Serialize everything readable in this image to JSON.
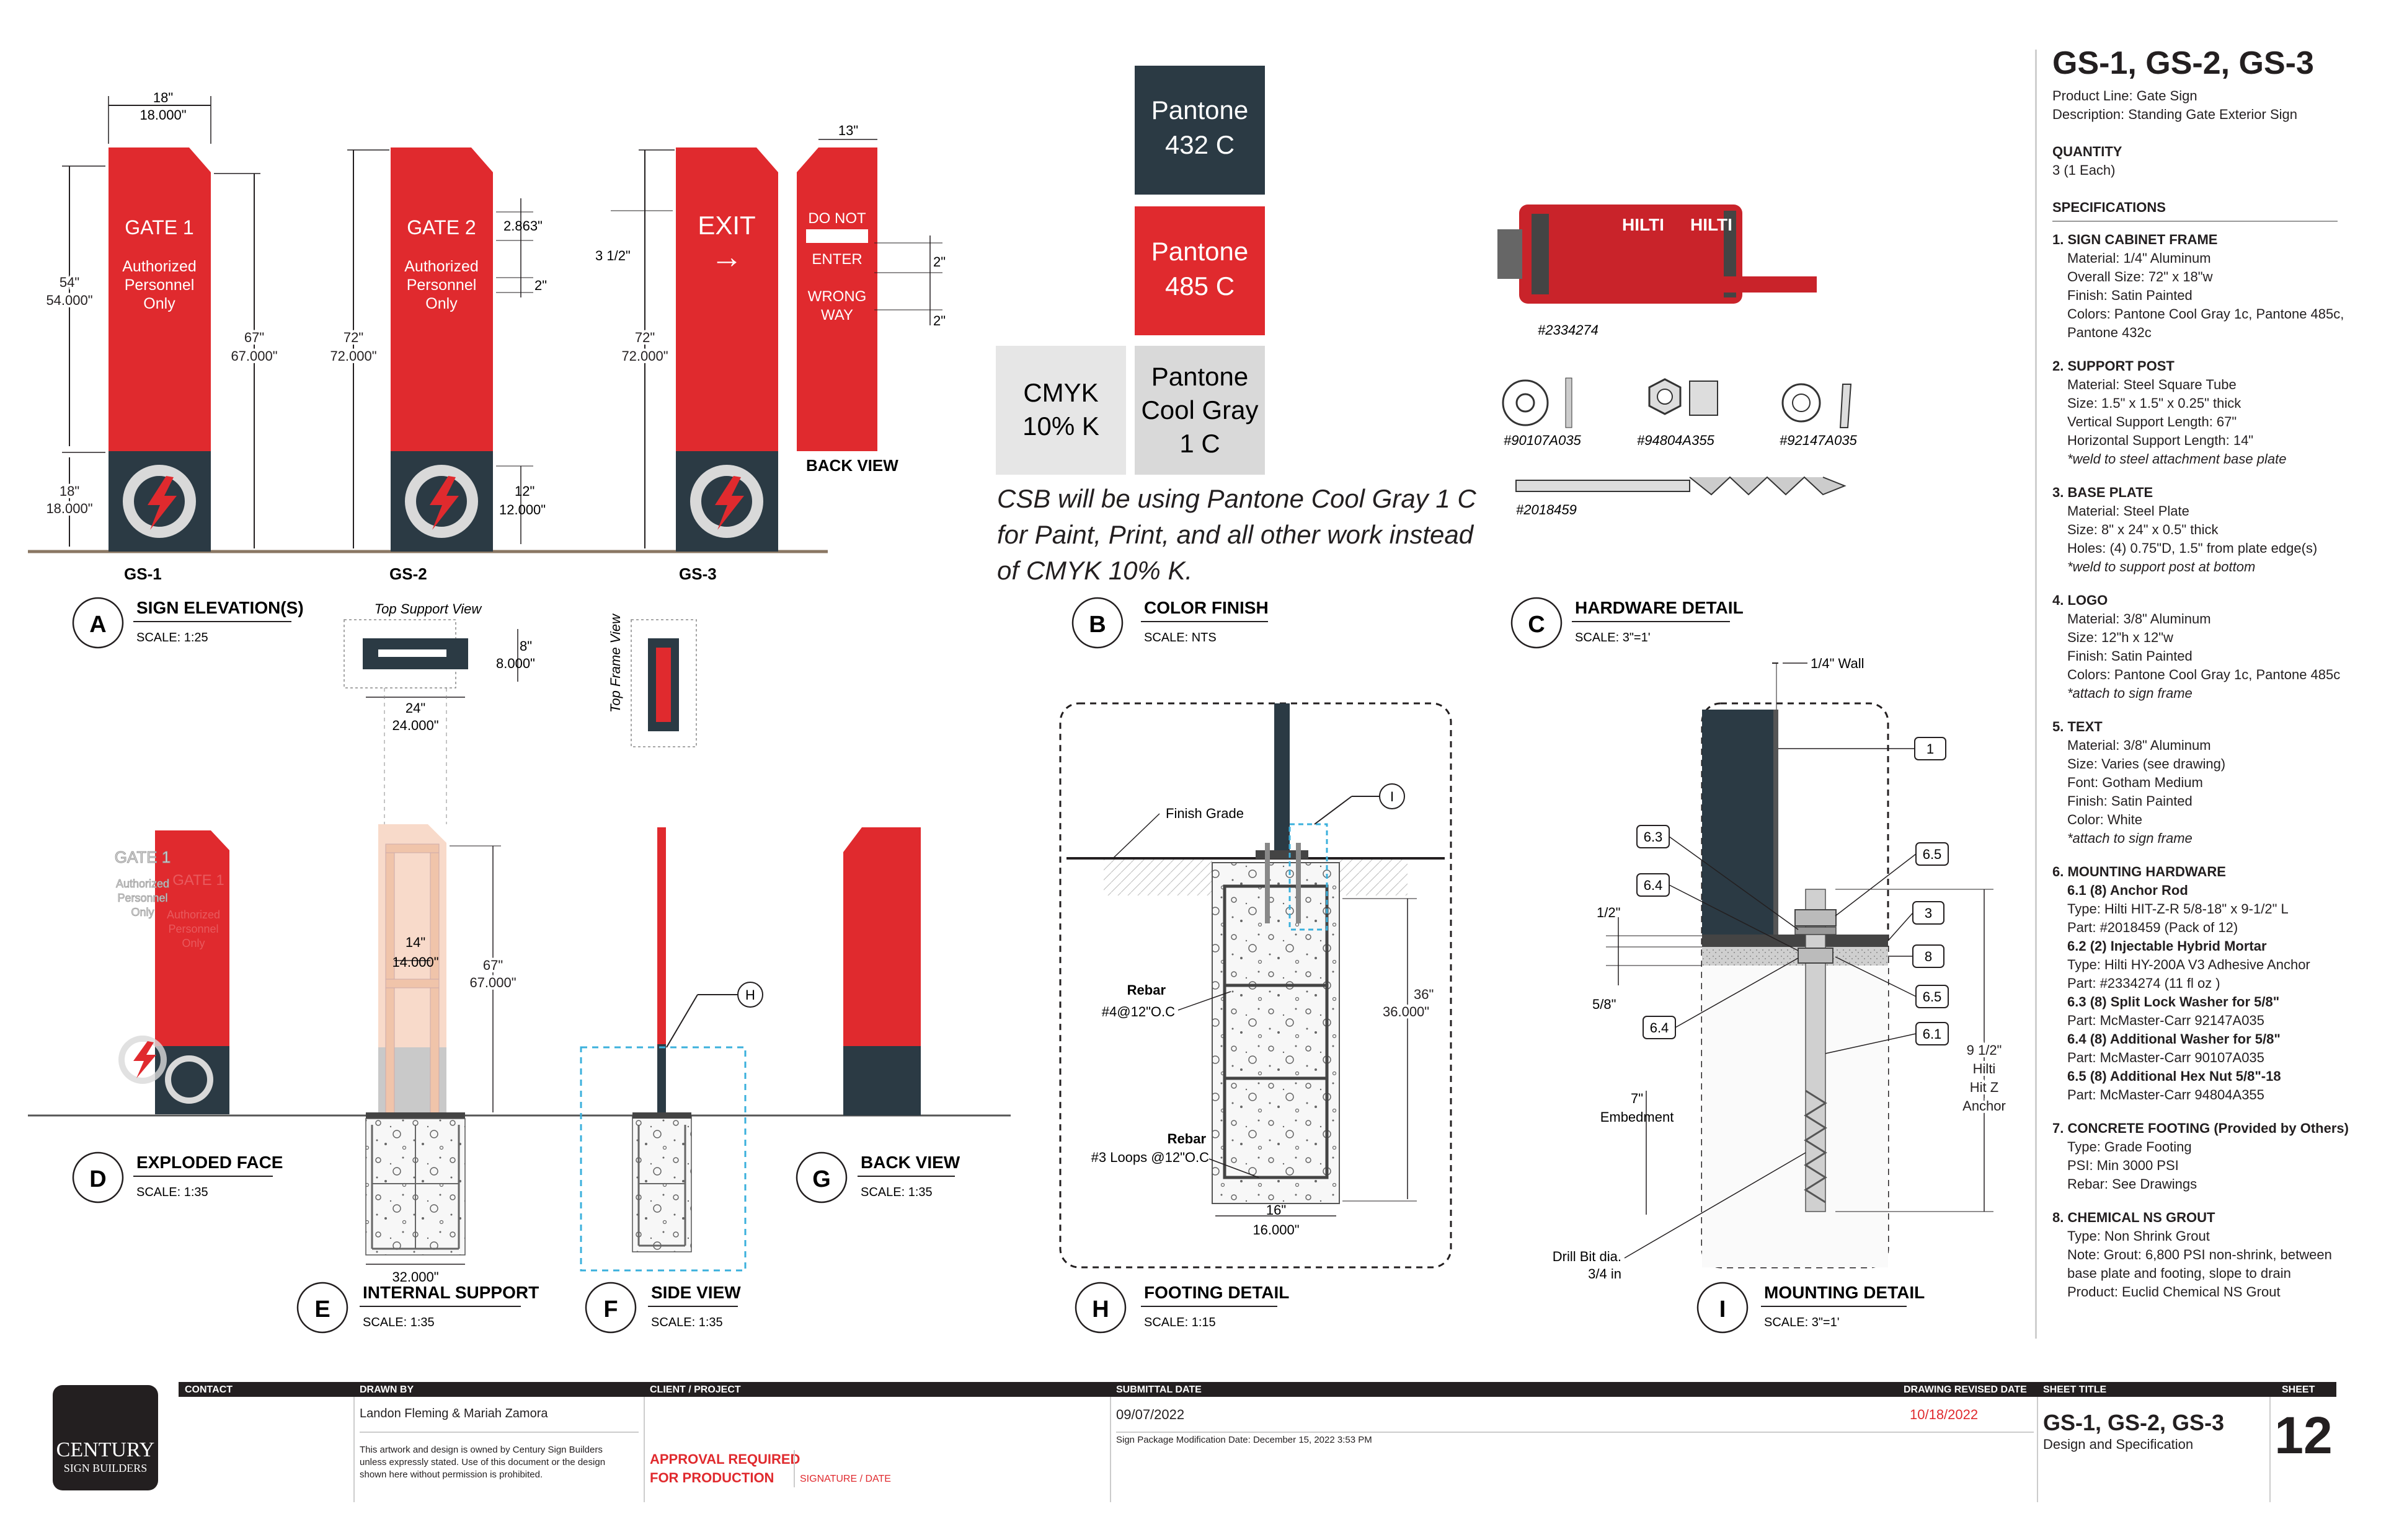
{
  "sheet": {
    "title": "GS-1, GS-2, GS-3",
    "product_line": "Product Line: Gate Sign",
    "description": "Description: Standing Gate Exterior Sign",
    "quantity_heading": "QUANTITY",
    "quantity": "3 (1 Each)",
    "specs_heading": "SPECIFICATIONS"
  },
  "specs": [
    {
      "h": "1. SIGN CABINET FRAME",
      "lines": [
        "Material: 1/4\" Aluminum",
        "Overall Size: 72\" x 18\"w",
        "Finish: Satin Painted",
        "Colors: Pantone Cool Gray 1c, Pantone 485c,",
        "Pantone 432c"
      ]
    },
    {
      "h": "2. SUPPORT POST",
      "lines": [
        "Material: Steel Square Tube",
        "Size: 1.5\" x 1.5\" x 0.25\" thick",
        "Vertical Support Length: 67\"",
        "Horizontal Support Length: 14\""
      ],
      "note": "*weld to steel attachment base plate"
    },
    {
      "h": "3. BASE PLATE",
      "lines": [
        "Material: Steel Plate",
        "Size: 8\" x 24\" x 0.5\" thick",
        "Holes: (4) 0.75\"D, 1.5\" from plate edge(s)"
      ],
      "note": "*weld to support post at bottom"
    },
    {
      "h": "4. LOGO",
      "lines": [
        "Material: 3/8\" Aluminum",
        "Size: 12\"h x 12\"w",
        "Finish: Satin Painted",
        "Colors: Pantone Cool Gray 1c, Pantone 485c"
      ],
      "note": "*attach to sign frame"
    },
    {
      "h": "5. TEXT",
      "lines": [
        "Material: 3/8\" Aluminum",
        "Size: Varies (see drawing)",
        "Font: Gotham Medium",
        "Finish: Satin Painted",
        "Color: White"
      ],
      "note": "*attach to sign frame"
    },
    {
      "h": "6. MOUNTING HARDWARE",
      "sub": [
        {
          "h": "6.1 (8) Anchor Rod",
          "lines": [
            "Type: Hilti HIT-Z-R 5/8-18\" x 9-1/2\" L",
            "Part: #2018459 (Pack of 12)"
          ]
        },
        {
          "h": "6.2 (2) Injectable Hybrid Mortar",
          "lines": [
            "Type: Hilti HY-200A V3 Adhesive Anchor",
            "Part: #2334274 (11 fl oz )"
          ]
        },
        {
          "h": "6.3 (8) Split Lock Washer for 5/8\"",
          "lines": [
            "Part: McMaster-Carr 92147A035"
          ]
        },
        {
          "h": "6.4 (8) Additional Washer for 5/8\"",
          "lines": [
            "Part: McMaster-Carr 90107A035"
          ]
        },
        {
          "h": "6.5 (8) Additional Hex Nut 5/8\"-18",
          "lines": [
            "Part: McMaster-Carr 94804A355"
          ]
        }
      ]
    },
    {
      "h": "7. CONCRETE FOOTING (Provided by Others)",
      "lines": [
        "Type: Grade Footing",
        "PSI: Min 3000 PSI",
        "Rebar: See Drawings"
      ]
    },
    {
      "h": "8. CHEMICAL NS GROUT",
      "lines": [
        "Type: Non Shrink Grout",
        "Note: Grout: 6,800 PSI non-shrink, between",
        "base plate and footing, slope to drain",
        "Product: Euclid Chemical NS Grout"
      ]
    }
  ],
  "colors": {
    "red": "#e02a2e",
    "navy": "#2b3a44",
    "gray": "#d9d9d9",
    "black": "#231f20",
    "pantone_432_label": "Pantone",
    "pantone_432_code": "432 C",
    "pantone_485_label": "Pantone",
    "pantone_485_code": "485 C",
    "cmyk_label": "CMYK",
    "cmyk_code": "10% K",
    "cool_gray_label": "Pantone",
    "cool_gray_code": "Cool Gray",
    "cool_gray_num": "1 C",
    "note_line1": "CSB will be using Pantone Cool Gray 1 C",
    "note_line2": "for Paint, Print, and all other work instead",
    "note_line3": "of CMYK 10% K."
  },
  "signs": {
    "gs1_text": [
      "GATE 1",
      "Authorized",
      "Personnel",
      "Only"
    ],
    "gs2_text": [
      "GATE 2",
      "Authorized",
      "Personnel",
      "Only"
    ],
    "gs3_text": "EXIT",
    "gs3_arrow": "→",
    "back_text": [
      "DO NOT",
      "ENTER",
      "WRONG",
      "WAY"
    ],
    "labels": [
      "GS-1",
      "GS-2",
      "GS-3"
    ],
    "back_view": "BACK VIEW"
  },
  "dims": {
    "top18": "18\"",
    "top18b": "18.000\"",
    "d54": "54\"",
    "d54b": "54.000\"",
    "d18": "18\"",
    "d18b": "18.000\"",
    "d67": "67\"",
    "d67b": "67.000\"",
    "d72": "72\"",
    "d72b": "72.000\"",
    "d2863": "2.863\"",
    "d2": "2\"",
    "d12": "12\"",
    "d12b": "12.000\"",
    "d3half": "3 1/2\"",
    "d13": "13\"",
    "top_support_view": "Top Support View",
    "top_frame_view": "Top Frame View",
    "d8": "8\"",
    "d8b": "8.000\"",
    "d24": "24\"",
    "d24b": "24.000\"",
    "d14": "14\"",
    "d14b": "14.000\"",
    "d32": "32.000\"",
    "d36": "36\"",
    "d36b": "36.000\"",
    "d16": "16\"",
    "d16b": "16.000\"",
    "wall": "1/4\" Wall",
    "half": "1/2\"",
    "fiveeighths": "5/8\"",
    "embed7": "7\"",
    "embedment": "Embedment",
    "anchor": [
      "9 1/2\"",
      "Hilti",
      "Hit Z",
      "Anchor"
    ],
    "drill": [
      "Drill Bit dia.",
      "3/4 in"
    ],
    "finish_grade": "Finish Grade",
    "rebar1": [
      "Rebar",
      "#4@12\"O.C"
    ],
    "rebar2": [
      "Rebar",
      "#3 Loops @12\"O.C"
    ]
  },
  "hardware": {
    "p1": "#2334274",
    "p2": "#90107A035",
    "p3": "#94804A355",
    "p4": "#92147A035",
    "p5": "#2018459",
    "brand": "HILTI"
  },
  "callouts": [
    "1",
    "6.3",
    "6.5",
    "6.4",
    "3",
    "8",
    "6.5",
    "6.4",
    "6.1",
    "I",
    "H"
  ],
  "views": [
    {
      "letter": "A",
      "title": "SIGN ELEVATION(S)",
      "scale": "SCALE: 1:25"
    },
    {
      "letter": "B",
      "title": "COLOR FINISH",
      "scale": "SCALE: NTS"
    },
    {
      "letter": "C",
      "title": "HARDWARE DETAIL",
      "scale": "SCALE: 3\"=1'"
    },
    {
      "letter": "D",
      "title": "EXPLODED FACE",
      "scale": "SCALE: 1:35"
    },
    {
      "letter": "E",
      "title": "INTERNAL SUPPORT",
      "scale": "SCALE: 1:35"
    },
    {
      "letter": "F",
      "title": "SIDE VIEW",
      "scale": "SCALE: 1:35"
    },
    {
      "letter": "G",
      "title": "BACK VIEW",
      "scale": "SCALE: 1:35"
    },
    {
      "letter": "H",
      "title": "FOOTING DETAIL",
      "scale": "SCALE: 1:15"
    },
    {
      "letter": "I",
      "title": "MOUNTING DETAIL",
      "scale": "SCALE: 3\"=1'"
    }
  ],
  "title_block": {
    "logo_main": "CENTURY",
    "logo_sub": "SIGN BUILDERS",
    "contact_label": "CONTACT",
    "drawn_by_label": "DRAWN BY",
    "drawn_by": "Landon Fleming & Mariah Zamora",
    "disclaimer": [
      "This artwork and design is owned by Century Sign Builders",
      "unless expressly stated. Use of this document or the design",
      "shown here without permission is prohibited."
    ],
    "client_label": "CLIENT / PROJECT",
    "approval": [
      "APPROVAL REQUIRED",
      "FOR PRODUCTION"
    ],
    "signature_label": "SIGNATURE / DATE",
    "submittal_label": "SUBMITTAL DATE",
    "submittal_date": "09/07/2022",
    "modification": "Sign Package Modification Date: December 15, 2022 3:53 PM",
    "revised_label": "DRAWING REVISED DATE",
    "revised_date": "10/18/2022",
    "sheet_title_label": "SHEET TITLE",
    "sheet_title": "GS-1, GS-2, GS-3",
    "sheet_subtitle": "Design and Specification",
    "sheet_label": "SHEET",
    "sheet_number": "12"
  }
}
